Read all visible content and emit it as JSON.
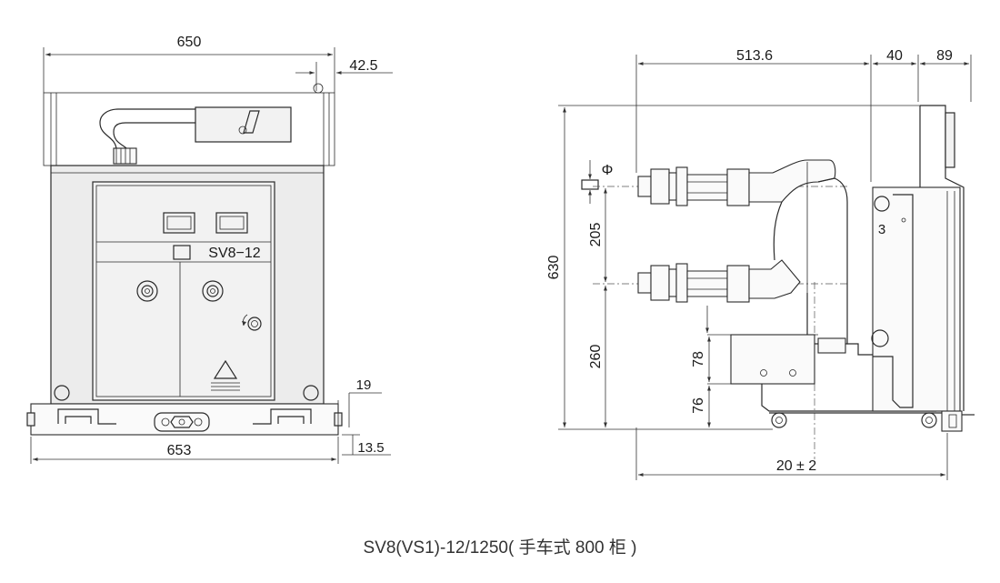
{
  "front_view": {
    "dims": {
      "width_top": "650",
      "offset_top": "42.5",
      "width_bottom": "653",
      "side_19": "19",
      "side_13_5": "13.5"
    },
    "nameplate": "SV8−12"
  },
  "side_view": {
    "dims": {
      "depth": "513.6",
      "gap_40": "40",
      "gap_89": "89",
      "height": "630",
      "phase_spacing": "205",
      "lower_contact_height": "260",
      "block_78": "78",
      "block_76": "76",
      "wheel_tolerance": "20 ± 2",
      "label_3": "3",
      "phi": "Φ"
    }
  },
  "caption": "SV8(VS1)-12/1250( 手车式 800 柜 )"
}
